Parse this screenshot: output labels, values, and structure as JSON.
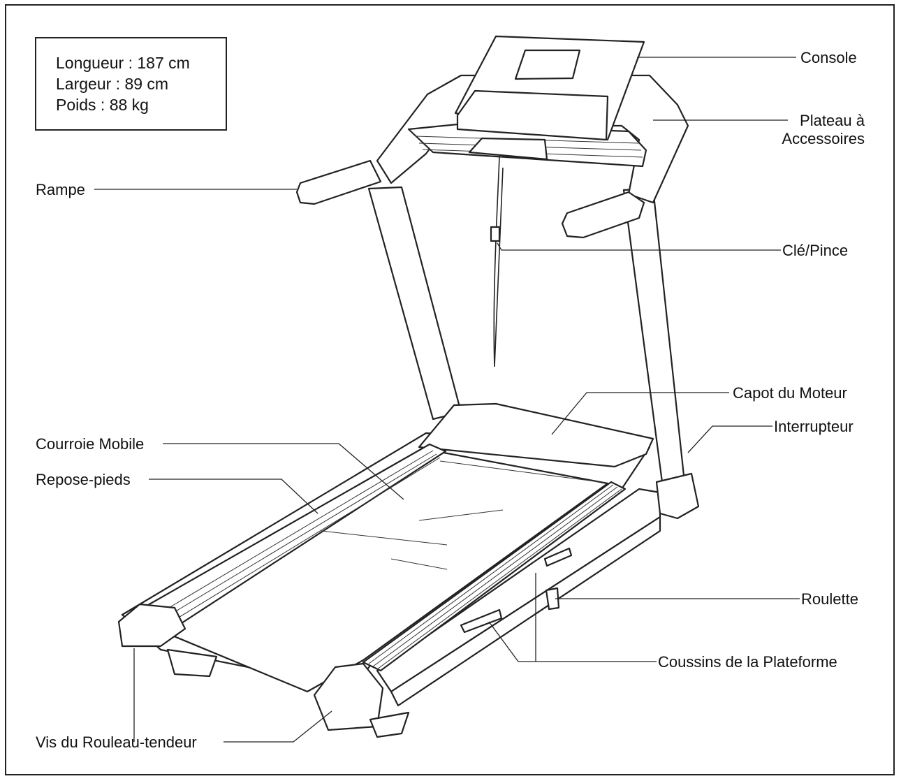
{
  "specs": {
    "length": "Longueur :  187 cm",
    "width": "Largeur :  89 cm",
    "weight": "Poids :  88 kg"
  },
  "labels": {
    "console": "Console",
    "tray_line1": "Plateau à",
    "tray_line2": "Accessoires",
    "handrail": "Rampe",
    "key_clip": "Clé/Pince",
    "motor_hood": "Capot du Moteur",
    "power_switch": "Interrupteur",
    "walking_belt": "Courroie Mobile",
    "foot_rail": "Repose-pieds",
    "wheel": "Roulette",
    "platform_cushions": "Coussins de la Plateforme",
    "idler_roller_screw": "Vis du Rouleau-tendeur"
  }
}
